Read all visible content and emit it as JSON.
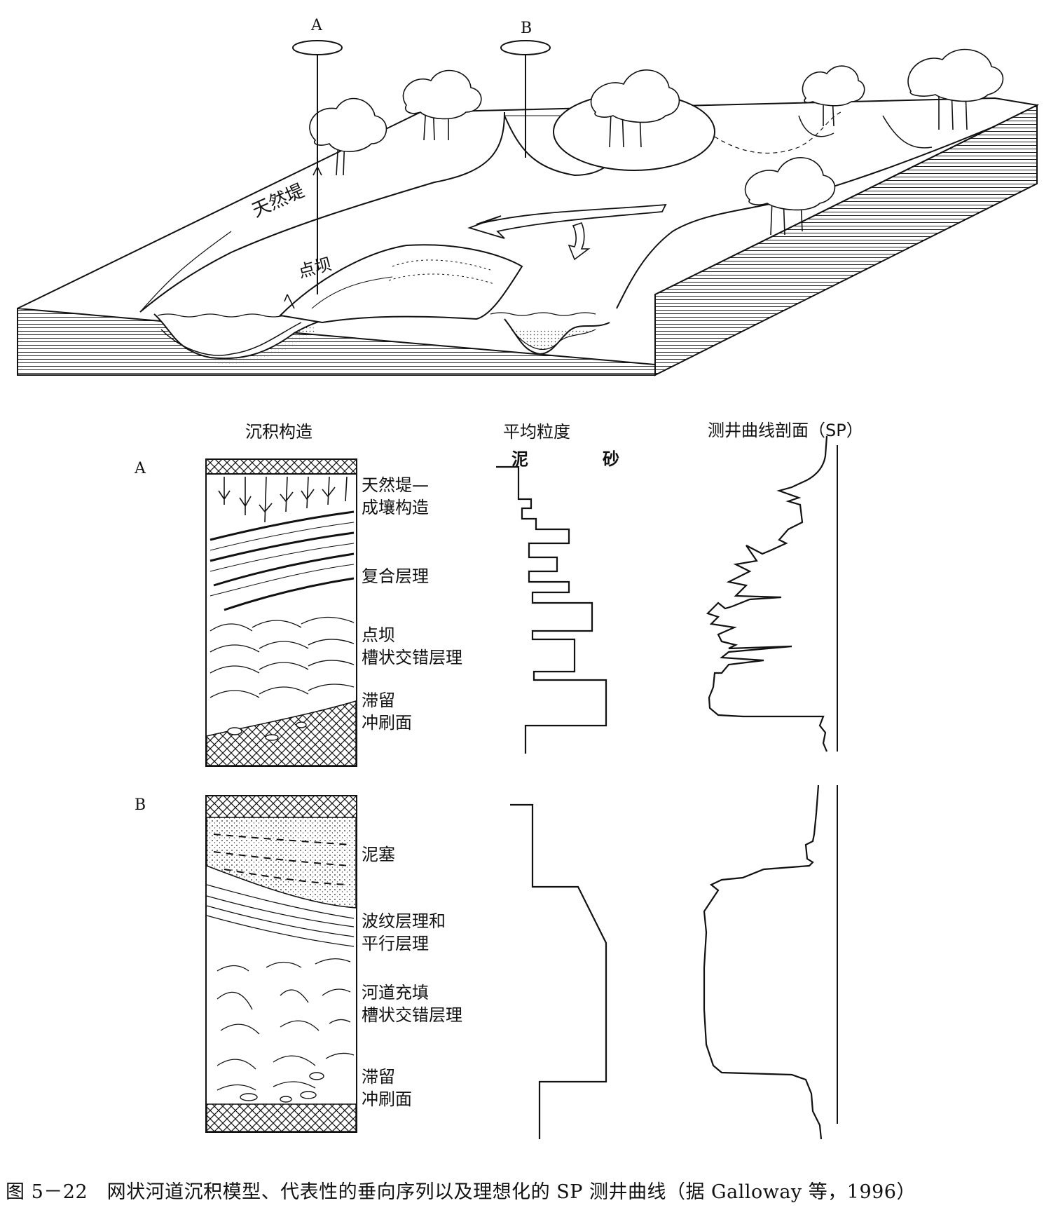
{
  "block_diagram": {
    "well_a_label": "A",
    "well_b_label": "B",
    "levee_label": "天然堤",
    "point_bar_label": "点坝"
  },
  "headers": {
    "structure": "沉积构造",
    "grain_size": "平均粒度",
    "mud": "泥",
    "sand": "砂",
    "sp": "测井曲线剖面（SP）"
  },
  "section_a": {
    "label": "A",
    "layers": [
      {
        "line1": "天然堤—",
        "line2": "成壤构造"
      },
      {
        "line1": "复合层理",
        "line2": ""
      },
      {
        "line1": "点坝",
        "line2": "槽状交错层理"
      },
      {
        "line1": "滞留",
        "line2": "冲刷面"
      }
    ]
  },
  "section_b": {
    "label": "B",
    "layers": [
      {
        "line1": "泥塞",
        "line2": ""
      },
      {
        "line1": "波纹层理和",
        "line2": "平行层理"
      },
      {
        "line1": "河道充填",
        "line2": "槽状交错层理"
      },
      {
        "line1": "滞留",
        "line2": "冲刷面"
      }
    ]
  },
  "caption": "图 5－22　网状河道沉积模型、代表性的垂向序列以及理想化的 SP 测井曲线（据 Galloway 等，1996）"
}
